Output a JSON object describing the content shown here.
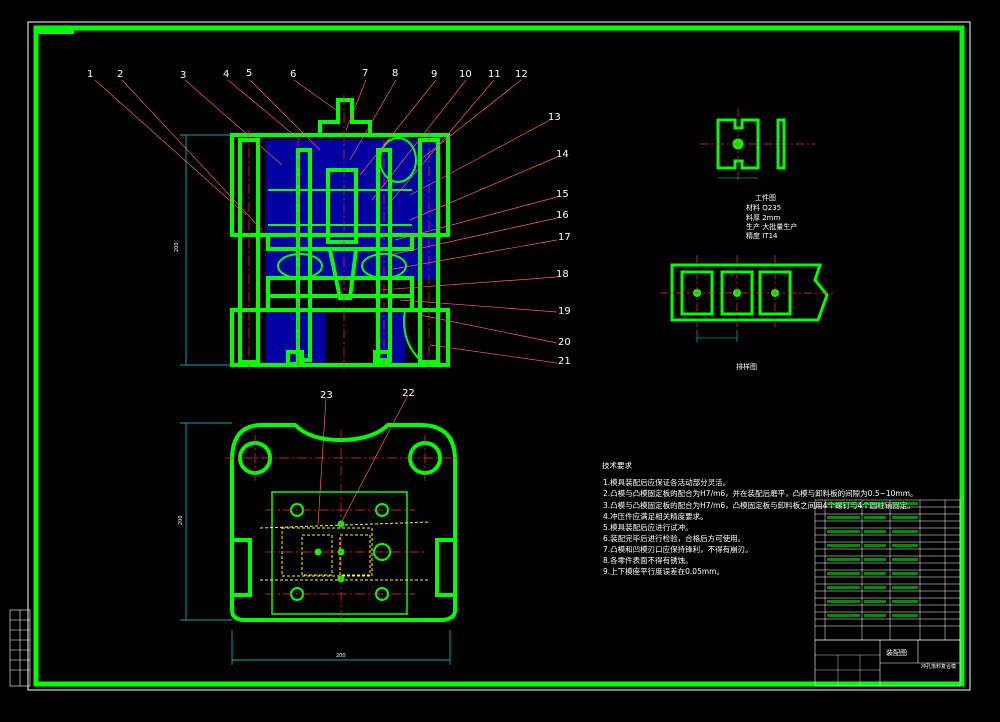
{
  "title_tab": "",
  "part_labels": [
    "1",
    "2",
    "3",
    "4",
    "5",
    "6",
    "7",
    "8",
    "9",
    "10",
    "11",
    "12",
    "13",
    "14",
    "15",
    "16",
    "17",
    "18",
    "19",
    "20",
    "21",
    "22",
    "23"
  ],
  "strip_caption": "排样图",
  "part_spec": {
    "label": "工件图",
    "lines": [
      "材料 Q235",
      "料厚 2mm",
      "生产 大批量生产",
      "精度 IT14"
    ]
  },
  "notes": {
    "heading": "技术要求",
    "items": [
      "1.模具装配后应保证各活动部分灵活。",
      "2.凸模与凸模固定板的配合为H7/m6，并在装配后磨平，凸模与卸料板的间隙为0.5~10mm。",
      "3.凸模与凸模固定板的配合为H7/m6，凸模固定板与卸料板之间用4个螺钉与4个圆柱销固定。",
      "4.冲压件应满足相关精度要求。",
      "5.模具装配后应进行试冲。",
      "6.装配完毕后进行检验，合格后方可使用。",
      "7.凸模和凹模刃口应保持锋利，不得有崩刃。",
      "8.各零件表面不得有锈蚀。",
      "9.上下模座平行度误差在0.05mm。"
    ]
  },
  "title_block": {
    "drawing_name": "装配图",
    "product": "冲孔落料复合模",
    "bottom_row": [
      "",
      "",
      ""
    ]
  },
  "colors": {
    "outline": "#00ff00",
    "section_fill": "#0000a0",
    "leader": "#ff6060",
    "center": "#ff3030",
    "dim": "#00e0e0",
    "hidden": "#ffff00",
    "text": "#ffffff"
  }
}
